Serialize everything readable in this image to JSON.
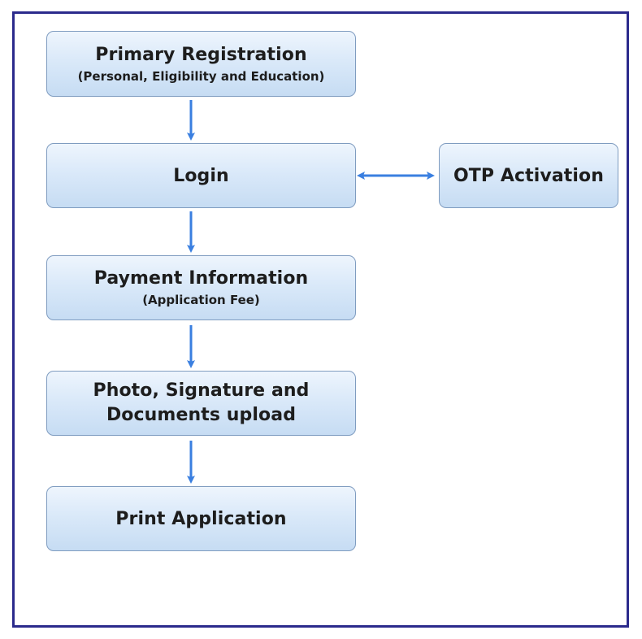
{
  "nodes": {
    "primary": {
      "title": "Primary Registration",
      "subtitle": "(Personal, Eligibility and Education)"
    },
    "login": {
      "title": "Login"
    },
    "otp": {
      "title": "OTP Activation"
    },
    "payment": {
      "title": "Payment Information",
      "subtitle": "(Application Fee)"
    },
    "photo": {
      "title": "Photo, Signature and Documents upload"
    },
    "print": {
      "title": "Print Application"
    }
  },
  "edges": [
    {
      "from": "Primary Registration",
      "to": "Login",
      "direction": "forward"
    },
    {
      "from": "Login",
      "to": "OTP Activation",
      "direction": "both"
    },
    {
      "from": "Login",
      "to": "Payment Information",
      "direction": "forward"
    },
    {
      "from": "Payment Information",
      "to": "Photo, Signature and Documents upload",
      "direction": "forward"
    },
    {
      "from": "Photo, Signature and Documents upload",
      "to": "Print Application",
      "direction": "forward"
    }
  ],
  "colors": {
    "frame_border": "#2b2a8c",
    "node_border": "#7f9cc0",
    "node_fill_top": "#eef5fd",
    "node_fill_bottom": "#c6dcf3",
    "arrow": "#3a7fe0",
    "text": "#1d1d1d"
  }
}
